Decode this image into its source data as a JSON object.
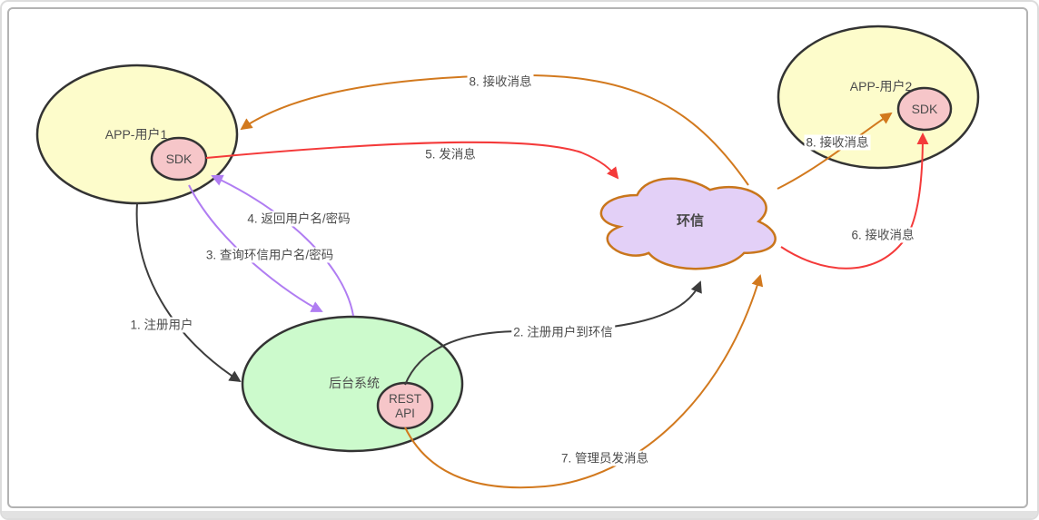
{
  "colors": {
    "node_stroke": "#333333",
    "yellow_fill": "#fdfccb",
    "pink_fill": "#f6c6c9",
    "green_fill": "#ccfacc",
    "cloud_fill": "#e3d0f7",
    "cloud_stroke": "#c9761c",
    "black_edge": "#3d3d3d",
    "purple_edge": "#b07df2",
    "red_edge": "#f43a3a",
    "orange_edge": "#d2791e",
    "label_text": "#4d4d4d",
    "frame_border": "#b3b3b3"
  },
  "nodes": {
    "app_user1": {
      "label": "APP-用户1"
    },
    "sdk1": {
      "label": "SDK"
    },
    "app_user2": {
      "label": "APP-用户2"
    },
    "sdk2": {
      "label": "SDK"
    },
    "huanxin": {
      "label": "环信"
    },
    "backend": {
      "label": "后台系统"
    },
    "rest_api": {
      "line1": "REST",
      "line2": "API"
    }
  },
  "edges": {
    "register_user": {
      "label": "1. 注册用户",
      "from": "APP-用户1",
      "to": "后台系统",
      "color": "#3d3d3d"
    },
    "register_to_huanxin": {
      "label": "2. 注册用户到环信",
      "from": "后台系统",
      "to": "环信",
      "color": "#3d3d3d"
    },
    "query_credentials": {
      "label": "3. 查询环信用户名/密码",
      "from": "SDK",
      "to": "后台系统",
      "color": "#b07df2"
    },
    "return_credentials": {
      "label": "4. 返回用户名/密码",
      "from": "后台系统",
      "to": "SDK",
      "color": "#b07df2"
    },
    "send_message": {
      "label": "5. 发消息",
      "from": "SDK",
      "to": "环信",
      "color": "#f43a3a"
    },
    "receive_message_user2": {
      "label": "6. 接收消息",
      "from": "环信",
      "to": "SDK",
      "color": "#f43a3a"
    },
    "admin_send_message": {
      "label": "7. 管理员发消息",
      "from": "REST API",
      "to": "环信",
      "color": "#d2791e"
    },
    "push_message_user1": {
      "label": "8. 接收消息",
      "from": "环信",
      "to": "APP-用户1",
      "color": "#d2791e"
    },
    "push_message_user2": {
      "label": "8. 接收消息",
      "from": "环信",
      "to": "SDK",
      "color": "#d2791e"
    }
  }
}
